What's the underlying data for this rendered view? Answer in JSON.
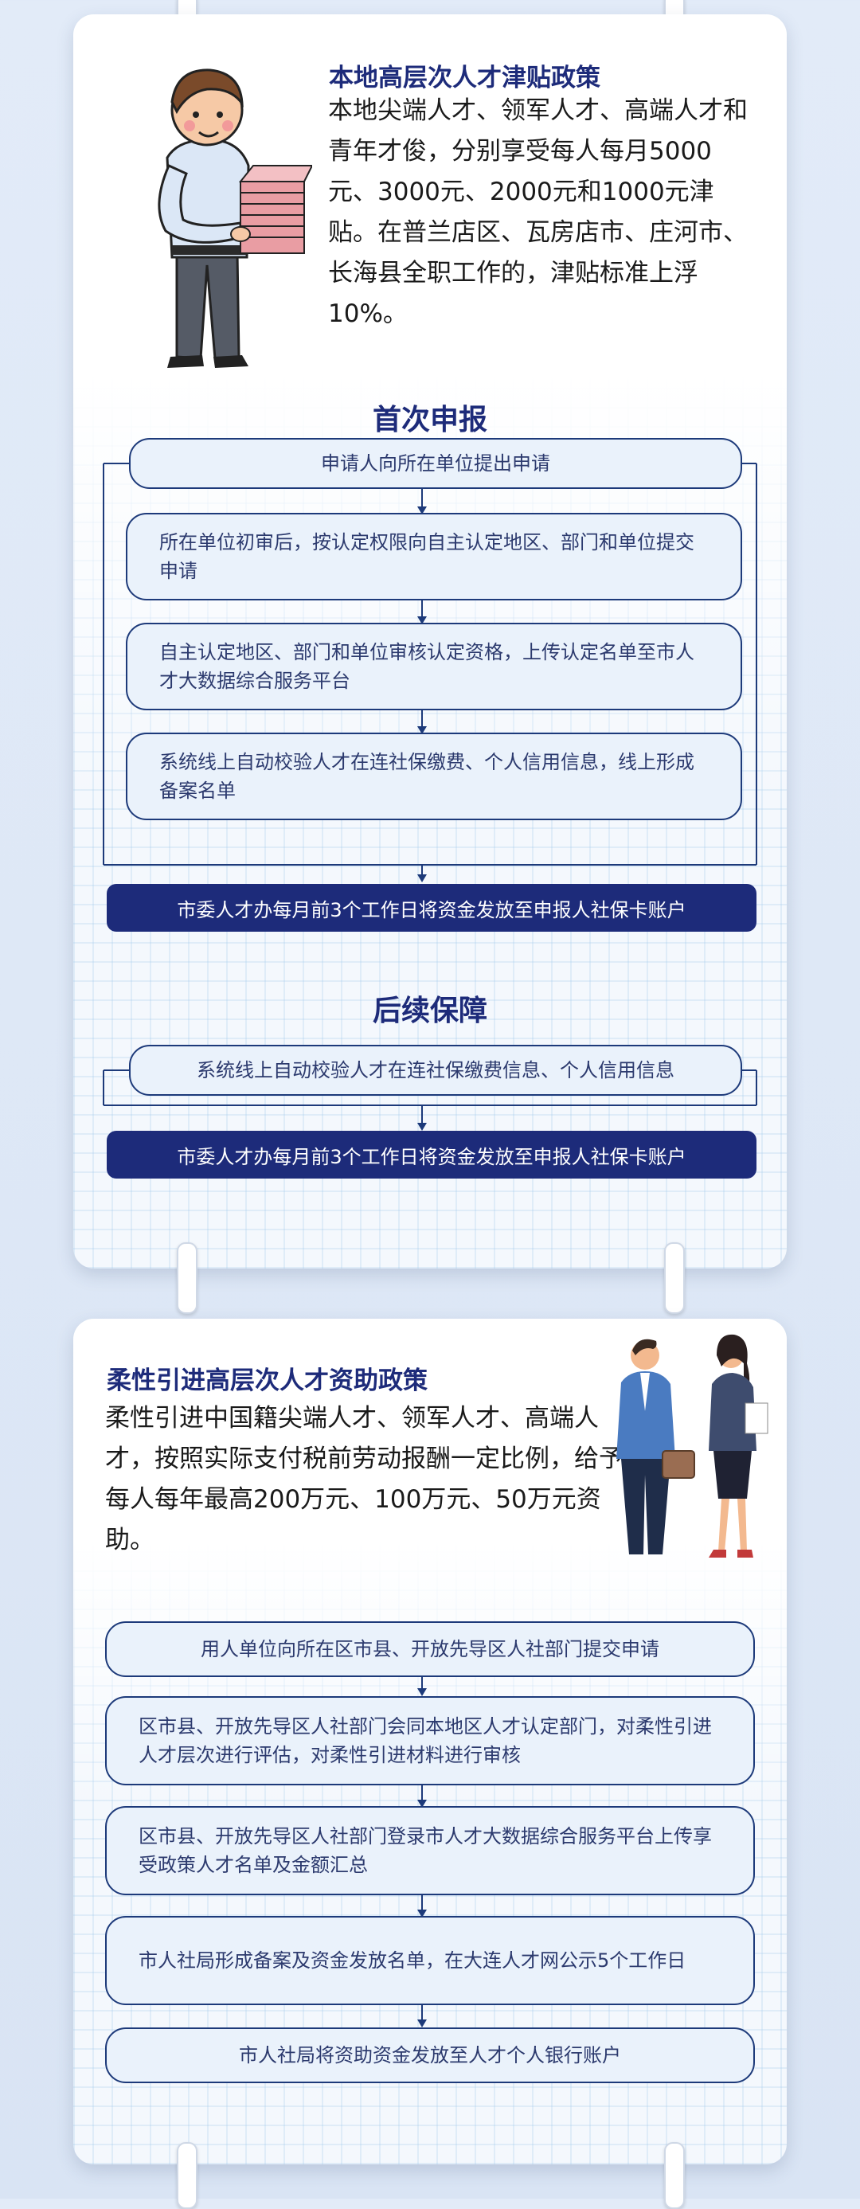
{
  "panel1": {
    "title": "本地高层次人才津贴政策",
    "body": "本地尖端人才、领军人才、高端人才和青年才俊，分别享受每人每月5000元、3000元、2000元和1000元津贴。在普兰店区、瓦房店市、庄河市、长海县全职工作的，津贴标准上浮10%。",
    "section1_title": "首次申报",
    "section1_steps": [
      "申请人向所在单位提出申请",
      "所在单位初审后，按认定权限向自主认定地区、部门和单位提交申请",
      "自主认定地区、部门和单位审核认定资格，上传认定名单至市人才大数据综合服务平台",
      "系统线上自动校验人才在连社保缴费、个人信用信息，线上形成备案名单"
    ],
    "section1_result": "市委人才办每月前3个工作日将资金发放至申报人社保卡账户",
    "section2_title": "后续保障",
    "section2_step": "系统线上自动校验人才在连社保缴费信息、个人信用信息",
    "section2_result": "市委人才办每月前3个工作日将资金发放至申报人社保卡账户"
  },
  "panel2": {
    "title": "柔性引进高层次人才资助政策",
    "body": "柔性引进中国籍尖端人才、领军人才、高端人才，按照实际支付税前劳动报酬一定比例，给予每人每年最高200万元、100万元、50万元资助。",
    "steps": [
      "用人单位向所在区市县、开放先导区人社部门提交申请",
      "区市县、开放先导区人社部门会同本地区人才认定部门，对柔性引进人才层次进行评估，对柔性引进材料进行审核",
      "区市县、开放先导区人社部门登录市人才大数据综合服务平台上传享受政策人才名单及金额汇总",
      "市人社局形成备案及资金发放名单，在大连人才网公示5个工作日",
      "市人社局将资助资金发放至人才个人银行账户"
    ]
  },
  "illustrations": {
    "panel1": "man-holding-money-stack",
    "panel2": "businessman-and-businesswoman"
  },
  "colors": {
    "navy": "#1d2b7a",
    "box_fill": "#eaf2fb",
    "page_bg": "#e2ebf8"
  }
}
